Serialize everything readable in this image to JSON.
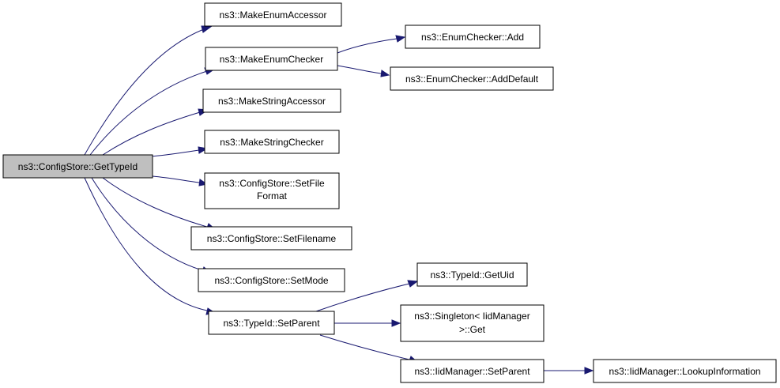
{
  "graph": {
    "edge_color": "#191970",
    "root_fill": "#bfbfbf",
    "node_fill": "#ffffff",
    "nodes": {
      "root": {
        "lines": [
          "ns3::ConfigStore::GetTypeId"
        ]
      },
      "makeEnumAccessor": {
        "lines": [
          "ns3::MakeEnumAccessor"
        ]
      },
      "makeEnumChecker": {
        "lines": [
          "ns3::MakeEnumChecker"
        ]
      },
      "enumCheckerAdd": {
        "lines": [
          "ns3::EnumChecker::Add"
        ]
      },
      "enumCheckerAddDefault": {
        "lines": [
          "ns3::EnumChecker::AddDefault"
        ]
      },
      "makeStringAccessor": {
        "lines": [
          "ns3::MakeStringAccessor"
        ]
      },
      "makeStringChecker": {
        "lines": [
          "ns3::MakeStringChecker"
        ]
      },
      "setFileFormat": {
        "lines": [
          "ns3::ConfigStore::SetFile",
          "Format"
        ]
      },
      "setFilename": {
        "lines": [
          "ns3::ConfigStore::SetFilename"
        ]
      },
      "setMode": {
        "lines": [
          "ns3::ConfigStore::SetMode"
        ]
      },
      "typeIdSetParent": {
        "lines": [
          "ns3::TypeId::SetParent"
        ]
      },
      "typeIdGetUid": {
        "lines": [
          "ns3::TypeId::GetUid"
        ]
      },
      "singletonGet": {
        "lines": [
          "ns3::Singleton< IidManager",
          ">::Get"
        ]
      },
      "iidManagerSetParent": {
        "lines": [
          "ns3::IidManager::SetParent"
        ]
      },
      "lookupInformation": {
        "lines": [
          "ns3::IidManager::LookupInformation"
        ]
      }
    },
    "edges": [
      [
        "root",
        "makeEnumAccessor"
      ],
      [
        "root",
        "makeEnumChecker"
      ],
      [
        "root",
        "makeStringAccessor"
      ],
      [
        "root",
        "makeStringChecker"
      ],
      [
        "root",
        "setFileFormat"
      ],
      [
        "root",
        "setFilename"
      ],
      [
        "root",
        "setMode"
      ],
      [
        "root",
        "typeIdSetParent"
      ],
      [
        "makeEnumChecker",
        "enumCheckerAdd"
      ],
      [
        "makeEnumChecker",
        "enumCheckerAddDefault"
      ],
      [
        "typeIdSetParent",
        "typeIdGetUid"
      ],
      [
        "typeIdSetParent",
        "singletonGet"
      ],
      [
        "typeIdSetParent",
        "iidManagerSetParent"
      ],
      [
        "iidManagerSetParent",
        "lookupInformation"
      ]
    ]
  }
}
